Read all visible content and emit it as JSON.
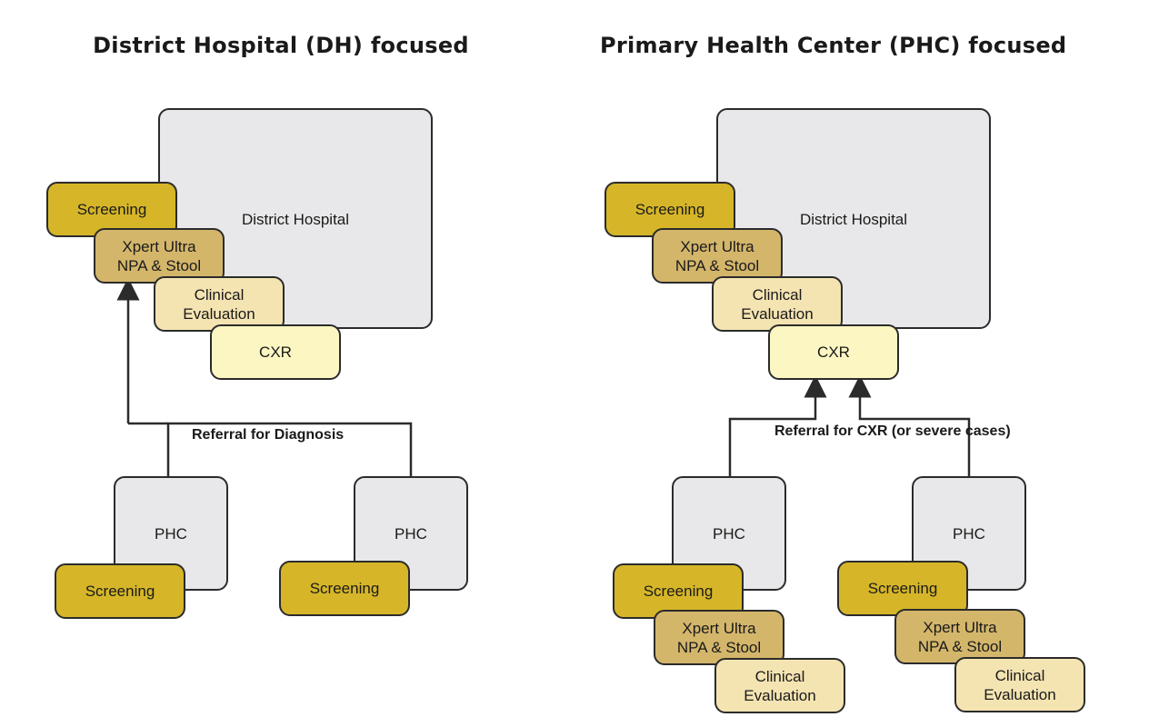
{
  "left_panel": {
    "title": "District Hospital (DH) focused",
    "district_hospital": "District Hospital",
    "screening": "Screening",
    "xpert": "Xpert Ultra\nNPA & Stool",
    "clinical": "Clinical\nEvaluation",
    "cxr": "CXR",
    "referral_label": "Referral for Diagnosis",
    "phc_1": {
      "name": "PHC",
      "screening": "Screening"
    },
    "phc_2": {
      "name": "PHC",
      "screening": "Screening"
    }
  },
  "right_panel": {
    "title": "Primary Health Center (PHC) focused",
    "district_hospital": "District Hospital",
    "screening": "Screening",
    "xpert": "Xpert Ultra\nNPA & Stool",
    "clinical": "Clinical\nEvaluation",
    "cxr": "CXR",
    "referral_label": "Referral for CXR\n(or severe cases)",
    "phc_1": {
      "name": "PHC",
      "screening": "Screening",
      "xpert": "Xpert Ultra\nNPA & Stool",
      "clinical": "Clinical\nEvaluation"
    },
    "phc_2": {
      "name": "PHC",
      "screening": "Screening",
      "xpert": "Xpert Ultra\nNPA & Stool",
      "clinical": "Clinical\nEvaluation"
    }
  },
  "colors": {
    "facility": "#e8e8ea",
    "screening": "#d6b628",
    "xpert": "#d4b66b",
    "clinical": "#f4e4b2",
    "cxr": "#fbf6c2",
    "border": "#2b2b2b"
  }
}
